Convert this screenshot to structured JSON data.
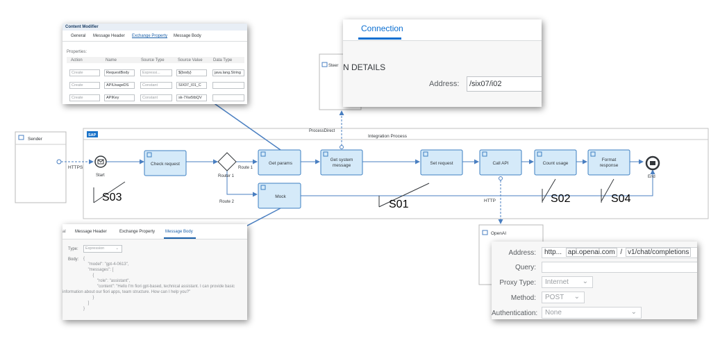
{
  "process": {
    "title": "Integration Process",
    "process_direct": "ProcessDirect",
    "logo": "SAP",
    "https_label": "HTTPS",
    "http_label": "HTTP",
    "route1": "Route 1",
    "route2": "Route 2",
    "router": "Router 1",
    "start": "Start",
    "end": "End",
    "sender": "Sender",
    "openai": "OpenAI",
    "steer": "Steer",
    "steps": {
      "check_request": "Check request",
      "get_params": "Get params",
      "get_system_message_1": "Get system",
      "get_system_message_2": "message",
      "set_request": "Set request",
      "call_api": "Call API",
      "count_usage": "Count usage",
      "format_response_1": "Format",
      "format_response_2": "response",
      "mock": "Mock"
    },
    "markers": {
      "s03": "S03",
      "s01": "S01",
      "s02": "S02",
      "s04": "S04"
    }
  },
  "content_modifier": {
    "title": "Content Modifier",
    "tabs": [
      "General",
      "Message Header",
      "Exchange Property",
      "Message Body"
    ],
    "properties_label": "Properties:",
    "columns": [
      "Action",
      "Name",
      "Source Type",
      "Source Value",
      "Data Type"
    ],
    "rows": [
      {
        "action": "Create",
        "name": "RequestBody",
        "source_type": "Expressi...",
        "source_value": "${body}",
        "data_type": "java.lang.String"
      },
      {
        "action": "Create",
        "name": "APIUsageDS",
        "source_type": "Constant",
        "source_value": "SIX07_I01_C",
        "data_type": ""
      },
      {
        "action": "Create",
        "name": "APIKey",
        "source_type": "Constant",
        "source_value": "sk-7Xw5tbQV",
        "data_type": ""
      }
    ]
  },
  "connection": {
    "tab": "Connection",
    "section": "N DETAILS",
    "address_label": "Address:",
    "address_value": "/six07/i02"
  },
  "body_panel": {
    "tabs": [
      "al",
      "Message Header",
      "Exchange Property",
      "Message Body"
    ],
    "type_label": "Type:",
    "type_value": "Expression",
    "body_label": "Body:",
    "lines": [
      "{",
      "    \"model\": \"gpt-4-0613\",",
      "    \"messages\": [",
      "        {",
      "            \"role\": \"assistant\",",
      "            \"content\": \"Hello I'm fiori gpt-based, technical assistant. I can provide basic",
      "information about our fiori apps, team structure. How can I help you?\"",
      "        }",
      "    ]",
      "}"
    ]
  },
  "openai_panel": {
    "address_label": "Address:",
    "address_scheme": "http...",
    "address_host": "api.openai.com",
    "address_sep": "/",
    "address_path": "v1/chat/completions",
    "query_label": "Query:",
    "proxy_label": "Proxy Type:",
    "proxy_value": "Internet",
    "method_label": "Method:",
    "method_value": "POST",
    "auth_label": "Authentication:",
    "auth_value": "None"
  },
  "colors": {
    "accent": "#0a6ed1",
    "step_fill": "#d5eaf9",
    "step_stroke": "#3c7fc1",
    "line": "#5b8fcf"
  }
}
